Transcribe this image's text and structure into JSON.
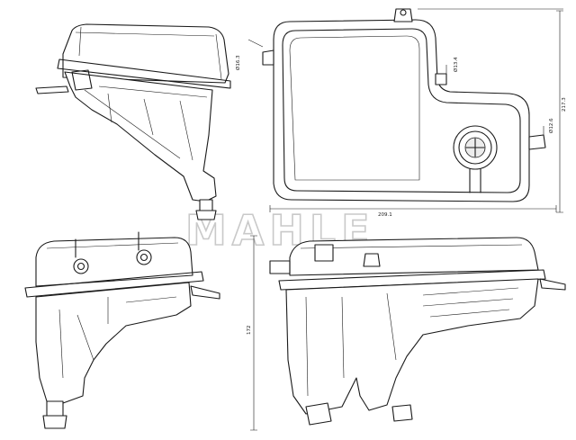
{
  "brand": {
    "watermark": "MAHLE"
  },
  "dimensions": {
    "top_width": "209.1",
    "top_height": "217.3",
    "side_height": "172",
    "port_small": "Ø16.3",
    "port_upper": "Ø13.4",
    "port_right": "Ø12.6"
  }
}
